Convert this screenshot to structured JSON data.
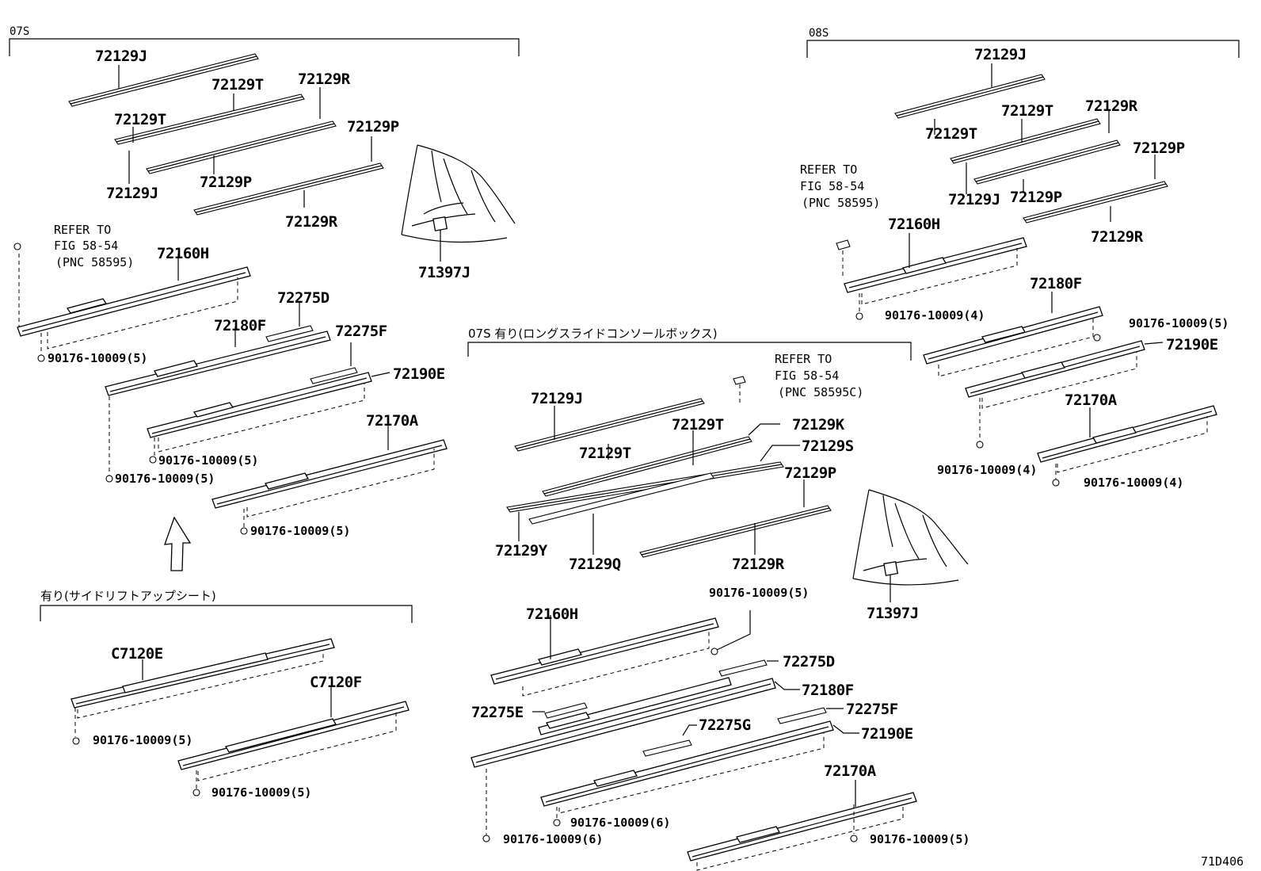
{
  "sections": {
    "s07": "07S",
    "s08": "08S",
    "s07long": "07S 有り(ロングスライドコンソールボックス)",
    "sidelift": "有り(サイドリフトアップシート)"
  },
  "refer": {
    "line1": "REFER TO",
    "line2": "FIG 58-54",
    "pnc_a": "(PNC 58595)",
    "pnc_b": "(PNC 58595C)"
  },
  "parts": {
    "p72129J": "72129J",
    "p72129T": "72129T",
    "p72129R": "72129R",
    "p72129P": "72129P",
    "p72129K": "72129K",
    "p72129S": "72129S",
    "p72129Y": "72129Y",
    "p72129Q": "72129Q",
    "p72160H": "72160H",
    "p72180F": "72180F",
    "p72190E": "72190E",
    "p72170A": "72170A",
    "p72275D": "72275D",
    "p72275E": "72275E",
    "p72275F": "72275F",
    "p72275G": "72275G",
    "p71397J": "71397J",
    "pC7120E": "C7120E",
    "pC7120F": "C7120F"
  },
  "screws": {
    "s4": "90176-10009(4)",
    "s5": "90176-10009(5)",
    "s6": "90176-10009(6)"
  },
  "figure_id": "71D406"
}
